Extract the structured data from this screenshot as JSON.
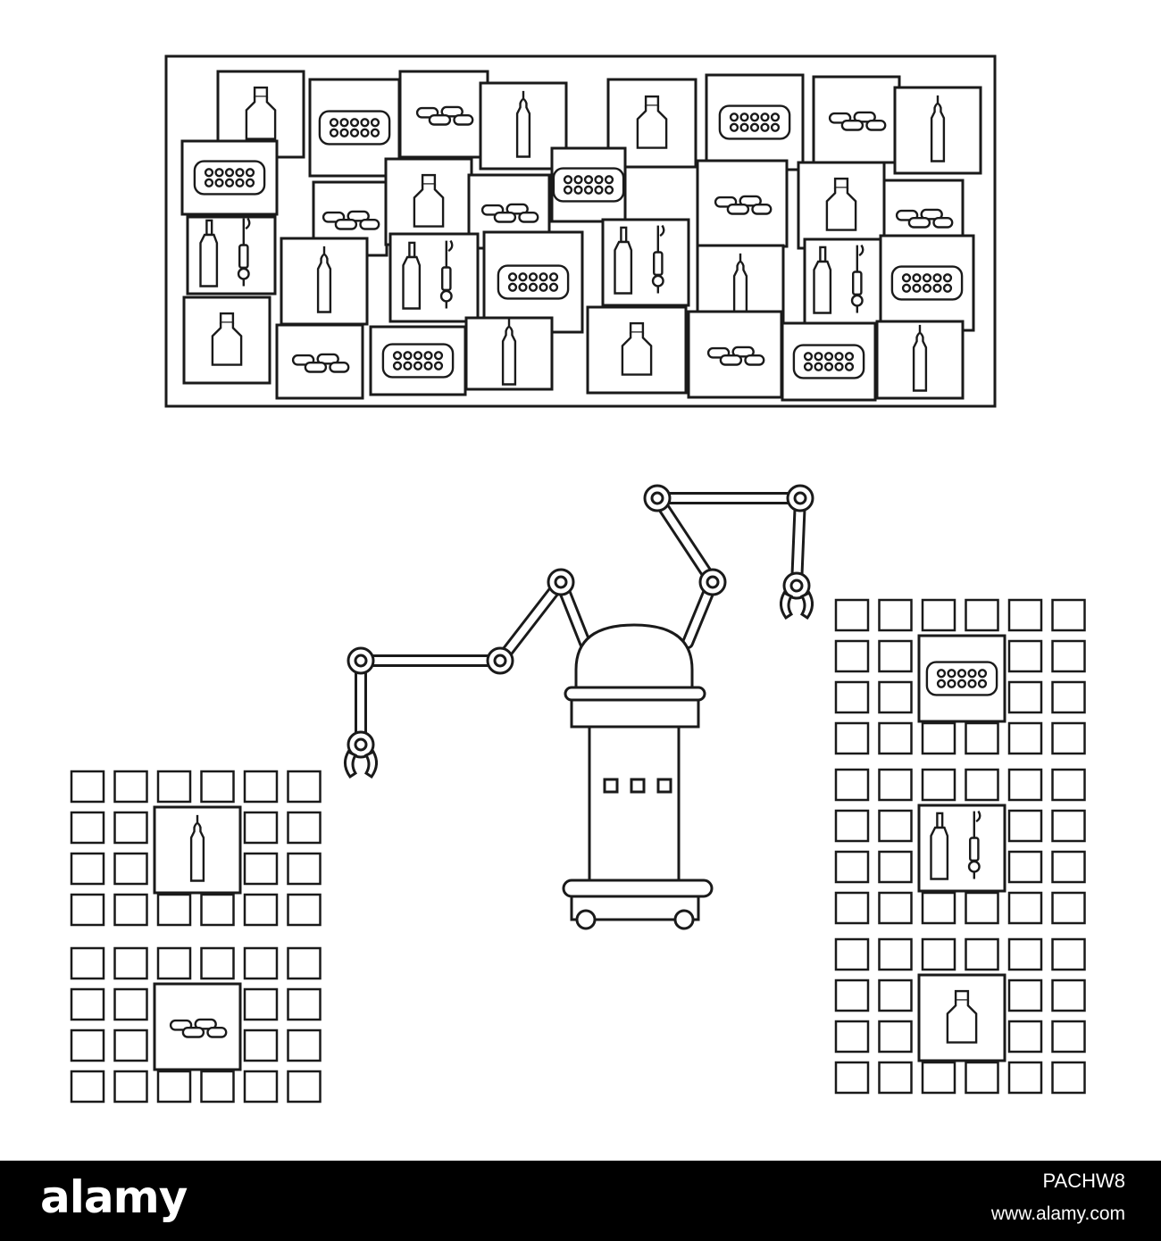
{
  "colors": {
    "background": "#ffffff",
    "line": "#1a1a1a",
    "footer": "#000000",
    "footer_text": "#ffffff"
  },
  "shelf": {
    "items": [
      "bottle-icon",
      "blister-pack-icon",
      "capsules-icon",
      "ampoule-icon",
      "bottle-icon",
      "blister-pack-icon",
      "capsules-icon",
      "ampoule-icon",
      "blister-pack-icon",
      "capsules-icon",
      "bottle-icon",
      "capsules-icon",
      "blister-pack-icon",
      "capsules-icon",
      "bottle-icon",
      "capsules-icon",
      "dropper-bottle-icon",
      "ampoule-icon",
      "dropper-bottle-icon",
      "blister-pack-icon",
      "dropper-bottle-icon",
      "ampoule-icon",
      "dropper-bottle-icon",
      "blister-pack-icon",
      "bottle-icon",
      "capsules-icon",
      "blister-pack-icon",
      "ampoule-icon",
      "bottle-icon",
      "capsules-icon",
      "blister-pack-icon",
      "ampoule-icon"
    ]
  },
  "robot": {
    "name_icon": "robot-arm-icon",
    "panel_lights": 3
  },
  "pallets": [
    {
      "item": "ampoule-icon"
    },
    {
      "item": "capsules-icon"
    },
    {
      "item": "blister-pack-icon"
    },
    {
      "item": "dropper-bottle-icon"
    },
    {
      "item": "bottle-icon"
    }
  ],
  "footer": {
    "logo": "alamy",
    "image_id": "PACHW8",
    "url": "www.alamy.com"
  }
}
